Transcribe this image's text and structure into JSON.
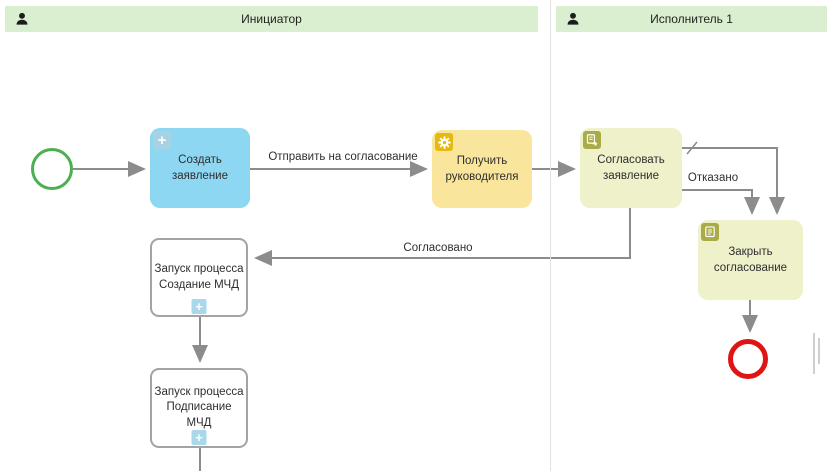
{
  "lanes": [
    {
      "label": "Инициатор"
    },
    {
      "label": "Исполнитель 1"
    }
  ],
  "nodes": {
    "task_create": {
      "label": "Создать заявление",
      "icon": "plus-icon"
    },
    "task_get_manager": {
      "label": "Получить руководителя",
      "icon": "gear-icon"
    },
    "task_approve": {
      "label": "Согласовать заявление",
      "icon": "form-send-icon"
    },
    "task_close": {
      "label": "Закрыть согласование",
      "icon": "script-icon"
    },
    "subprocess_create": {
      "label": "Запуск процесса Создание МЧД",
      "marker": "plus"
    },
    "subprocess_sign": {
      "label": "Запуск процесса Подписание МЧД",
      "marker": "plus"
    }
  },
  "edge_labels": {
    "send": "Отправить на согласование",
    "approved": "Согласовано",
    "rejected": "Отказано"
  },
  "icons": {
    "plus": "+",
    "names": [
      "person-icon",
      "plus-icon",
      "gear-icon",
      "form-send-icon",
      "script-icon"
    ]
  },
  "colors": {
    "lane_header": "#d9efd0",
    "task_blue": "#8ed7f2",
    "task_yellow": "#fae59c",
    "task_olive": "#eff1ca",
    "badge_amber": "#e5b90f",
    "badge_olive": "#a8ab47",
    "start_event_green": "#4caf50",
    "end_event_red": "#e11414",
    "flow_gray": "#8c8c8c"
  }
}
